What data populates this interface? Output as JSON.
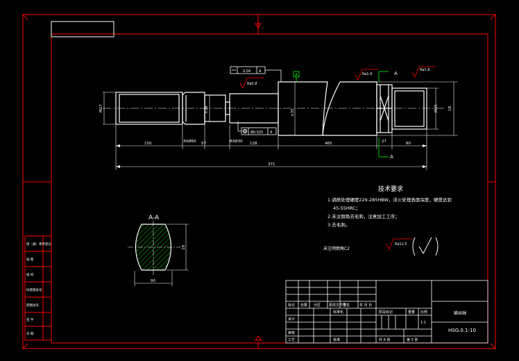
{
  "colors": {
    "background": "#000000",
    "frame": "#ff0000",
    "part": "#ffffff",
    "dimension": "#ffffff",
    "hatch": "#00ff00",
    "datum_box": "#00ff00",
    "surface_finish": "#ff0000",
    "text": "#ffffff"
  },
  "views": {
    "section_label": "A-A",
    "cut_label_top": "A",
    "cut_label_bottom": "A",
    "datum_letter": "A"
  },
  "dimensions": {
    "overall_length": "371",
    "seg_lengths": [
      "150",
      "4XØ60",
      "57",
      "8XØ30",
      "128",
      "465",
      "27",
      "60"
    ],
    "dia_left_thread": "M27",
    "dia_groove": "×34",
    "dia_shaft": "×35",
    "dia_right_end": "M35",
    "right_height": "18",
    "section_width": "90",
    "section_height": "18"
  },
  "gdt": {
    "flatness_top": {
      "value": "0.04",
      "datum": "A"
    },
    "runout_bottom": {
      "value": "Ø0.025",
      "datum": "A"
    }
  },
  "roughness": {
    "r1": "Ra0.8",
    "r2": "Ra1.6",
    "r3": "Ra1.6",
    "r_general": "Ra12.5",
    "general_note": "未注明倒角C2"
  },
  "tech_requirements": {
    "title": "技术要求",
    "items": [
      "1.调质处理硬度229-285HBW，淬火处理表面深度，硬度达到",
      "45-55HRC；",
      "2.未注倒角去毛刺，注意加工工序；",
      "3.去毛刺。"
    ]
  },
  "side_table": {
    "labels": [
      "借（通）用件登记",
      "描 图",
      "描 校",
      "旧底图总号",
      "底图总号",
      "签 字",
      "日 期"
    ]
  },
  "title_block": {
    "part_name": "输出轴",
    "drawing_no": "HSG.0.1-10",
    "scale": "1:1",
    "sheet_total": "共 6 张",
    "sheet_no": "第 3 张",
    "col_headers": [
      "标记",
      "处数",
      "分区",
      "更改文件号",
      "签名",
      "年 月 日"
    ],
    "row_labels": [
      "设计",
      "审核",
      "工艺"
    ],
    "stage_label": "阶段标记",
    "std_label": "标准化",
    "approve_label": "批准",
    "weight_label": "重量",
    "scale_label": "比例"
  }
}
